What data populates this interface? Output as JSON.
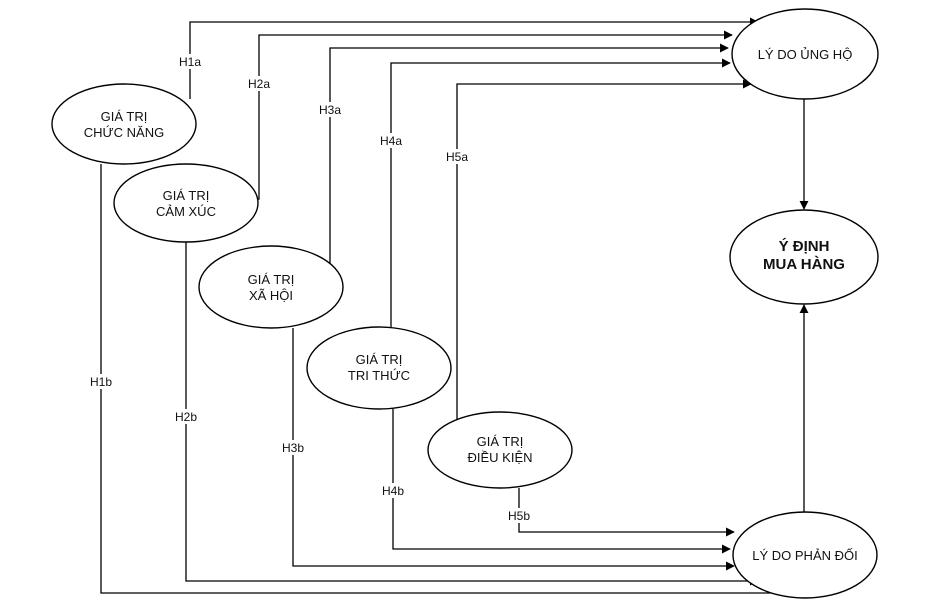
{
  "nodes": {
    "functional": {
      "line1": "GIÁ TRỊ",
      "line2": "CHỨC NĂNG"
    },
    "emotional": {
      "line1": "GIÁ TRỊ",
      "line2": "CẢM XÚC"
    },
    "social": {
      "line1": "GIÁ TRỊ",
      "line2": "XÃ HỘI"
    },
    "epistemic": {
      "line1": "GIÁ TRỊ",
      "line2": "TRI THỨC"
    },
    "conditional": {
      "line1": "GIÁ TRỊ",
      "line2": "ĐIỀU KIỆN"
    },
    "support": {
      "line1": "LÝ DO ỦNG HỘ"
    },
    "intention": {
      "line1": "Ý ĐỊNH",
      "line2": "MUA HÀNG"
    },
    "oppose": {
      "line1": "LÝ DO PHẢN ĐỐI"
    }
  },
  "edges": {
    "h1a": "H1a",
    "h2a": "H2a",
    "h3a": "H3a",
    "h4a": "H4a",
    "h5a": "H5a",
    "h1b": "H1b",
    "h2b": "H2b",
    "h3b": "H3b",
    "h4b": "H4b",
    "h5b": "H5b"
  },
  "colors": {
    "stroke": "#000000",
    "fill": "#ffffff",
    "text": "#111111"
  }
}
